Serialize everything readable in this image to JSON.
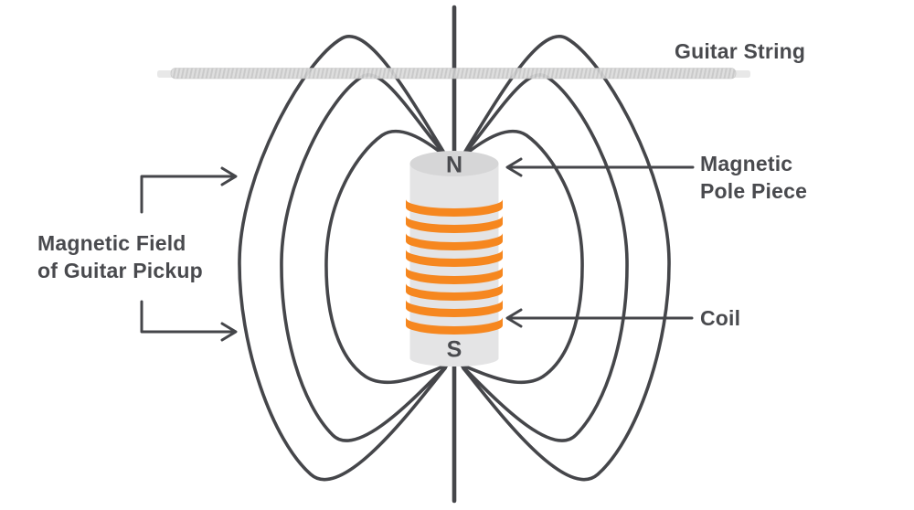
{
  "diagram": {
    "labels": {
      "guitar_string": "Guitar String",
      "pole_line1": "Magnetic",
      "pole_line2": "Pole Piece",
      "coil": "Coil",
      "field_line1": "Magnetic Field",
      "field_line2": "of Guitar Pickup"
    },
    "magnet": {
      "north": "N",
      "south": "S"
    },
    "coil": {
      "turns": 8
    },
    "colors": {
      "line": "#45464a",
      "text": "#494a4e",
      "coil_orange": "#f6871f",
      "magnet_body": "#e4e4e5",
      "magnet_top": "#d6d6d7",
      "string_base": "#dcdcdc",
      "string_stripe": "#c6c6c7",
      "string_tab": "#e7e7e7",
      "background": "#ffffff"
    }
  }
}
